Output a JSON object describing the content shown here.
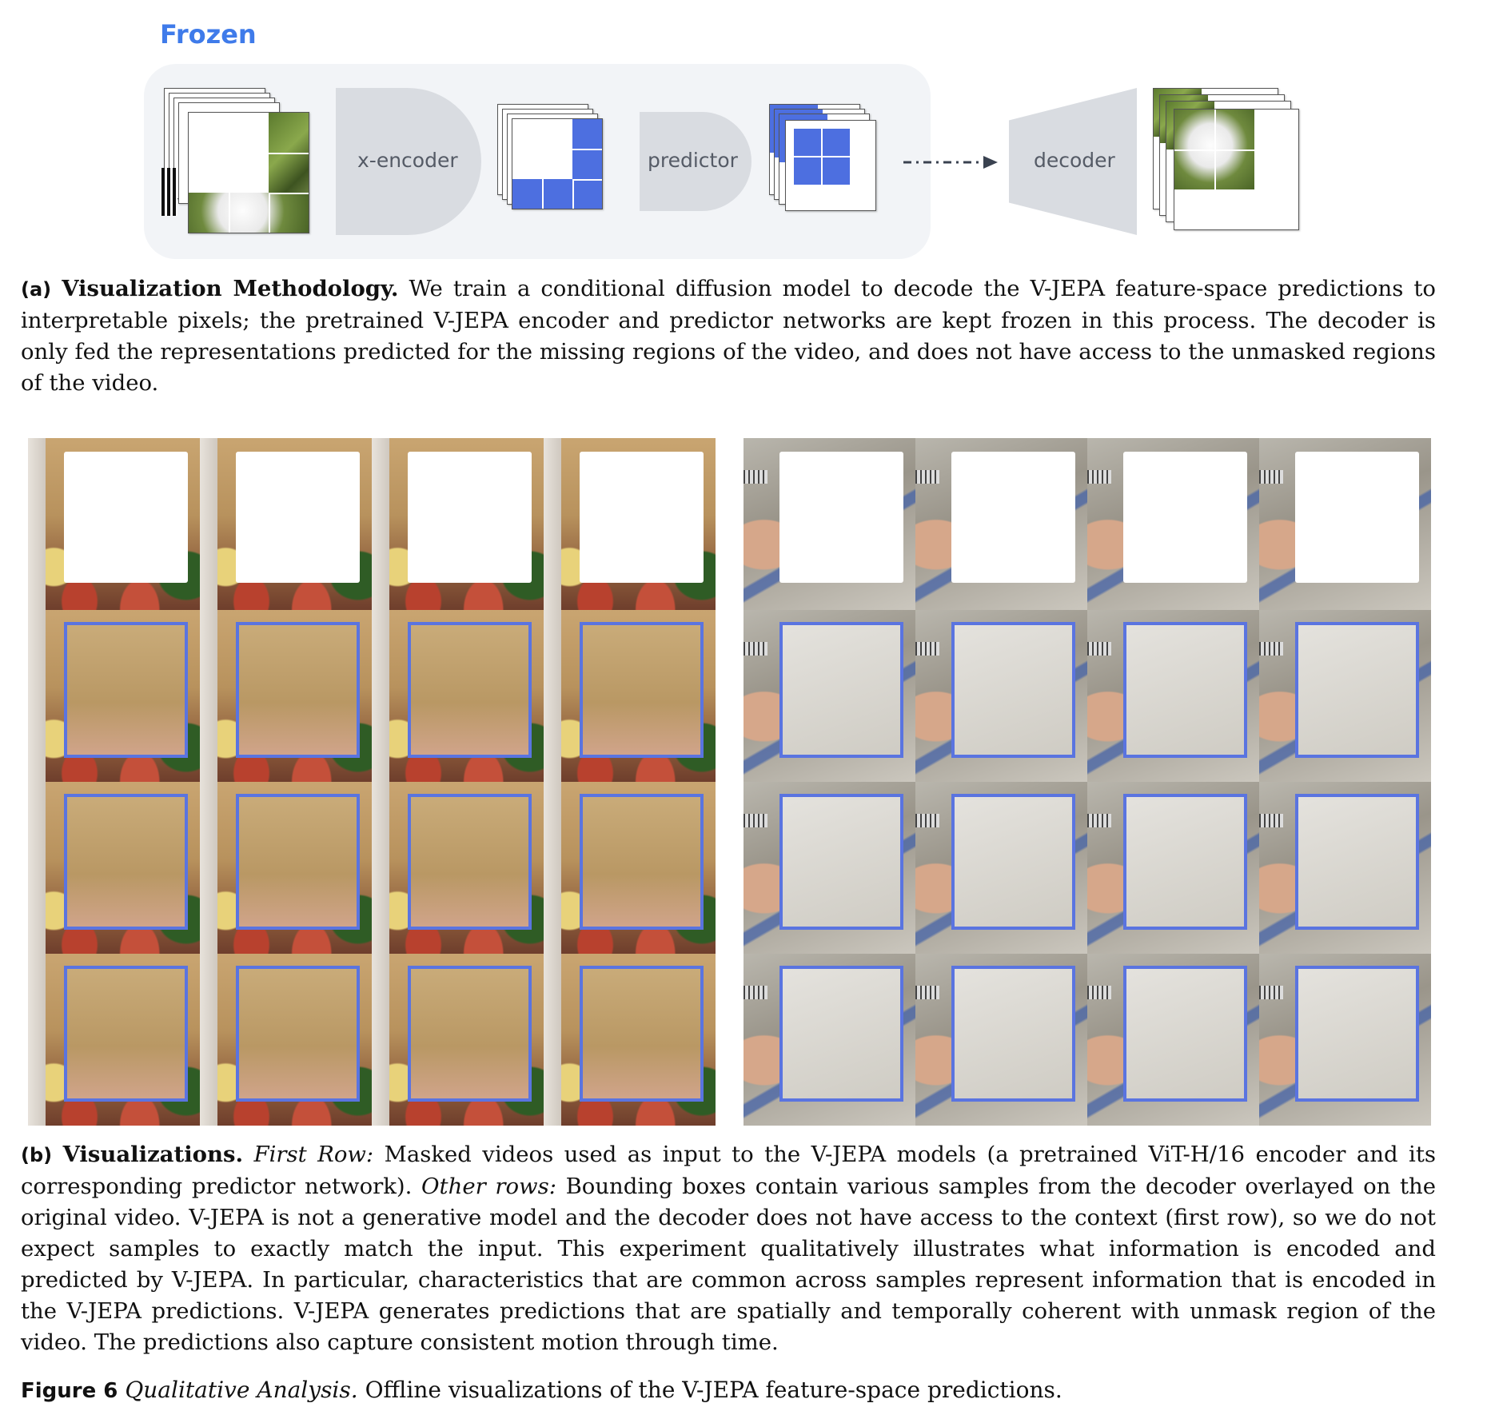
{
  "panel_a": {
    "frozen_label": "Frozen",
    "encoder_label": "x-encoder",
    "predictor_label": "predictor",
    "decoder_label": "decoder"
  },
  "caption_a": {
    "tag": "(a)",
    "title": "Visualization Methodology.",
    "body": "We train a conditional diffusion model to decode the V-JEPA feature-space predictions to interpretable pixels; the pretrained V-JEPA encoder and predictor networks are kept frozen in this process. The decoder is only fed the representations predicted for the missing regions of the video, and does not have access to the unmasked regions of the video."
  },
  "caption_b": {
    "tag": "(b)",
    "title": "Visualizations.",
    "first_row_label": "First Row:",
    "first_row_text": "Masked videos used as input to the V-JEPA models (a pretrained ViT-H/16 encoder and its corresponding predictor network).",
    "other_rows_label": "Other rows:",
    "other_rows_text": "Bounding boxes contain various samples from the decoder overlayed on the original video. V-JEPA is not a generative model and the decoder does not have access to the context (first row), so we do not expect samples to exactly match the input. This experiment qualitatively illustrates what information is encoded and predicted by V-JEPA. In particular, characteristics that are common across samples represent information that is encoded in the V-JEPA predictions. V-JEPA generates predictions that are spatially and temporally coherent with unmask region of the video. The predictions also capture consistent motion through time."
  },
  "figure": {
    "label": "Figure 6",
    "title": "Qualitative Analysis.",
    "text": "Offline visualizations of the V-JEPA feature-space predictions."
  },
  "grid_rows": 4,
  "grid_cols": 4
}
